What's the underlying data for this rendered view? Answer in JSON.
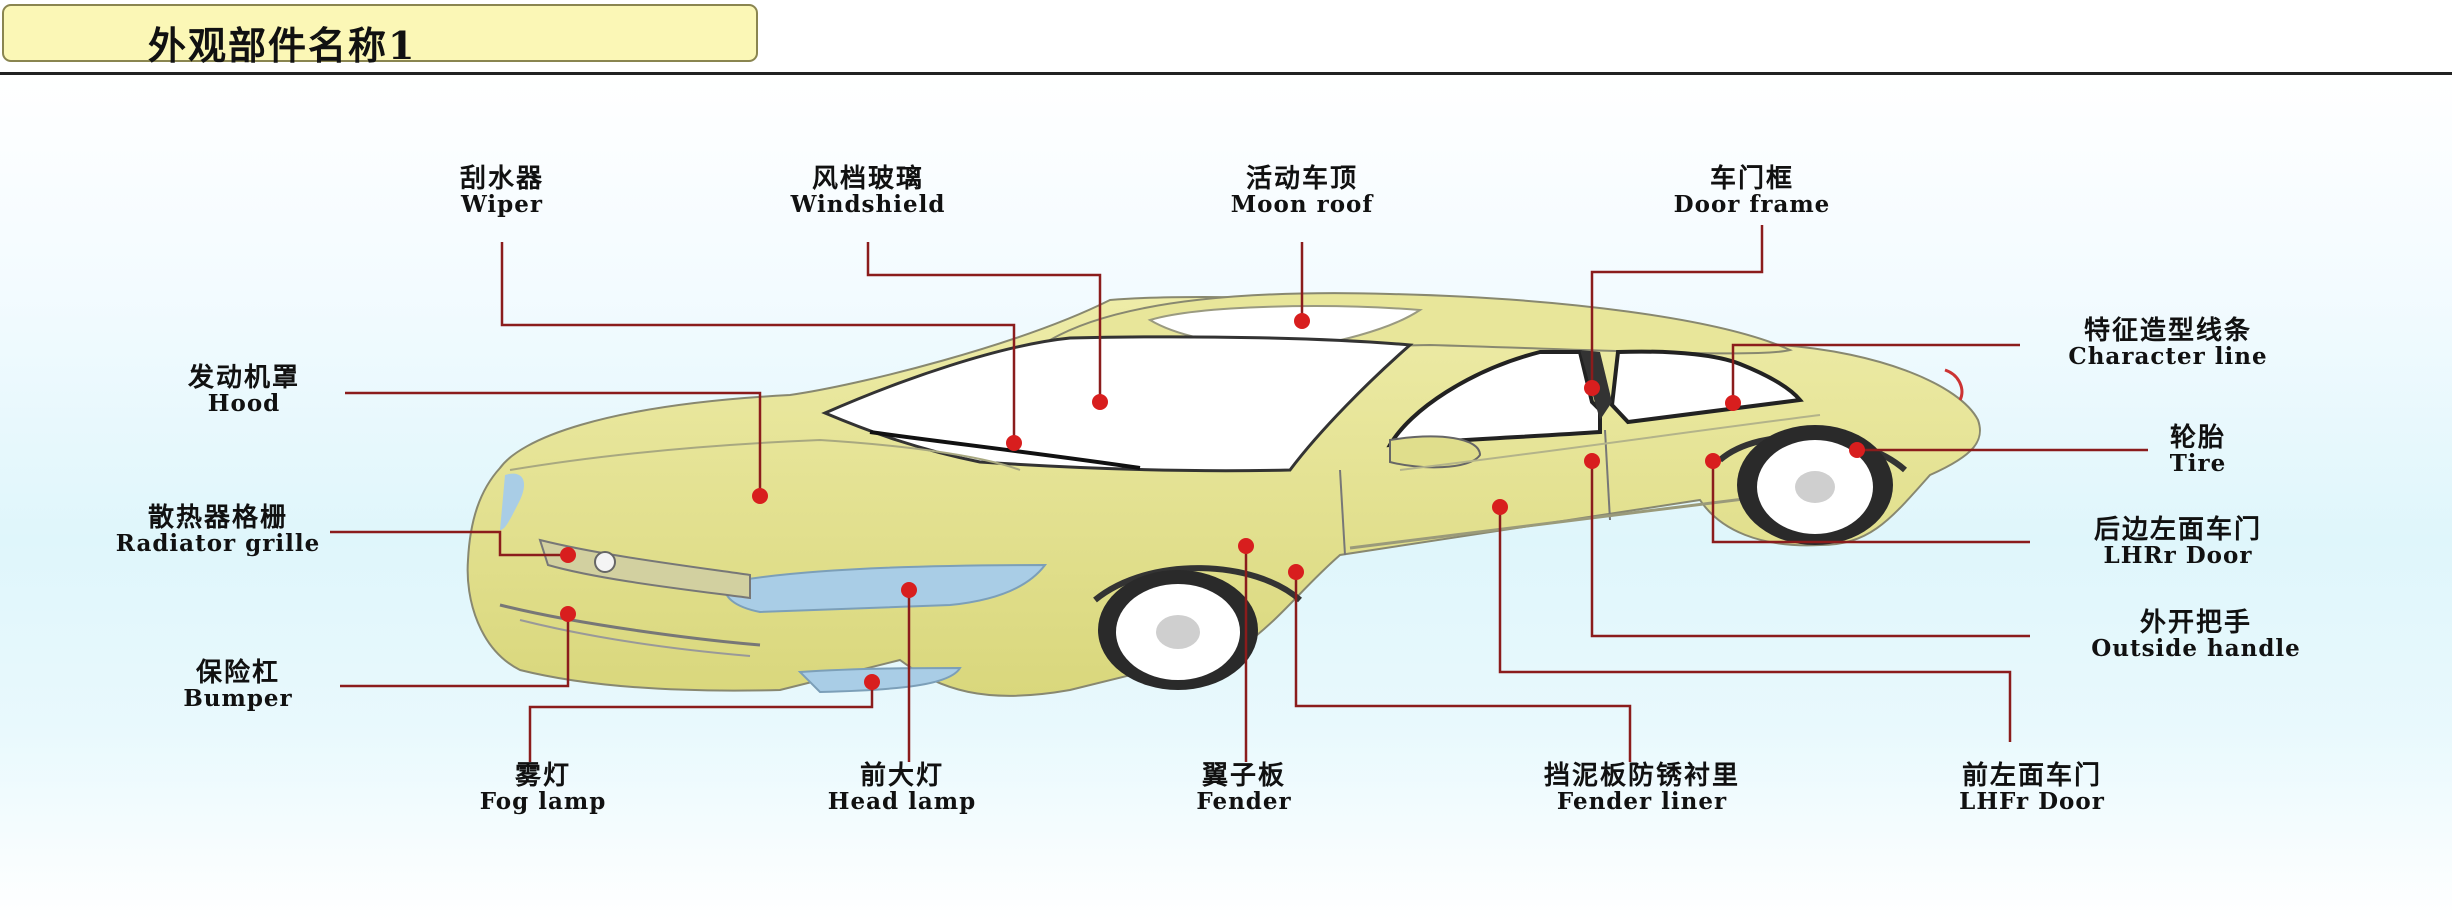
{
  "title": "外观部件名称1",
  "colors": {
    "title_bg": "#fbf7b6",
    "car_body": "#e2e08c",
    "glass": "#ffffff",
    "lamp": "#a9cde6",
    "leader": "#8b1c1c",
    "dot": "#d81e1e"
  },
  "labels": {
    "wiper": {
      "cn": "刮水器",
      "en": "Wiper"
    },
    "windshield": {
      "cn": "风档玻璃",
      "en": "Windshield"
    },
    "moon_roof": {
      "cn": "活动车顶",
      "en": "Moon roof"
    },
    "door_frame": {
      "cn": "车门框",
      "en": "Door frame"
    },
    "character_line": {
      "cn": "特征造型线条",
      "en": "Character line"
    },
    "tire": {
      "cn": "轮胎",
      "en": "Tire"
    },
    "lhrr_door": {
      "cn": "后边左面车门",
      "en": "LHRr Door"
    },
    "outside_handle": {
      "cn": "外开把手",
      "en": "Outside handle"
    },
    "lhfr_door": {
      "cn": "前左面车门",
      "en": "LHFr Door"
    },
    "fender_liner": {
      "cn": "挡泥板防锈衬里",
      "en": "Fender liner"
    },
    "fender": {
      "cn": "翼子板",
      "en": "Fender"
    },
    "head_lamp": {
      "cn": "前大灯",
      "en": "Head lamp"
    },
    "fog_lamp": {
      "cn": "雾灯",
      "en": "Fog lamp"
    },
    "bumper": {
      "cn": "保险杠",
      "en": "Bumper"
    },
    "radiator_grille": {
      "cn": "散热器格栅",
      "en": "Radiator grille"
    },
    "hood": {
      "cn": "发动机罩",
      "en": "Hood"
    }
  }
}
